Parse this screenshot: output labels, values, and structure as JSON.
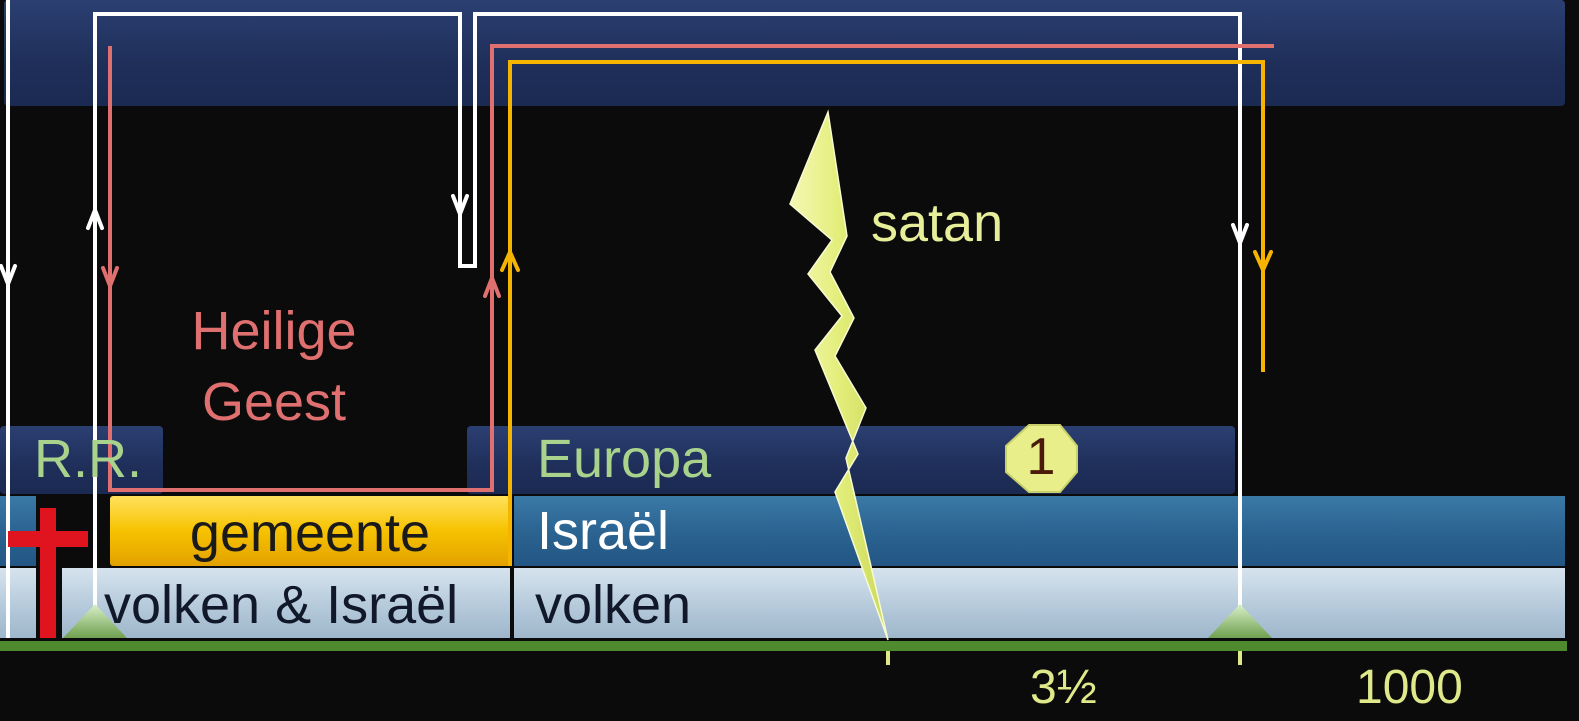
{
  "labels": {
    "heilige_geest": [
      "Heilige",
      "Geest"
    ],
    "satan": "satan",
    "rr": "R.R.",
    "europa": "Europa",
    "gemeente": "gemeente",
    "israel": "Israël",
    "volken_israel": "volken & Israël",
    "volken": "volken",
    "badge": "1",
    "tick_half": "3½",
    "tick_1000": "1000"
  },
  "colors": {
    "background": "#0b0b0b",
    "navy_band": "#23356a",
    "israel_band": "#2d6795",
    "volken_band": "#b8cde0",
    "gemeente_band": "#f6c200",
    "spirit_line": "#e07070",
    "gold_line": "#f5b400",
    "white_line": "#ffffff",
    "lightning": "#e8f28a",
    "baseline": "#4f8a2e",
    "cross": "#e0141e",
    "europe_text": "#a9d38c",
    "satan_text": "#e6ee9a",
    "tick_text": "#dfe98a"
  },
  "icons": [
    "cross-icon",
    "lightning-bolt-icon",
    "triangle-marker-icon",
    "octagon-badge-icon"
  ]
}
